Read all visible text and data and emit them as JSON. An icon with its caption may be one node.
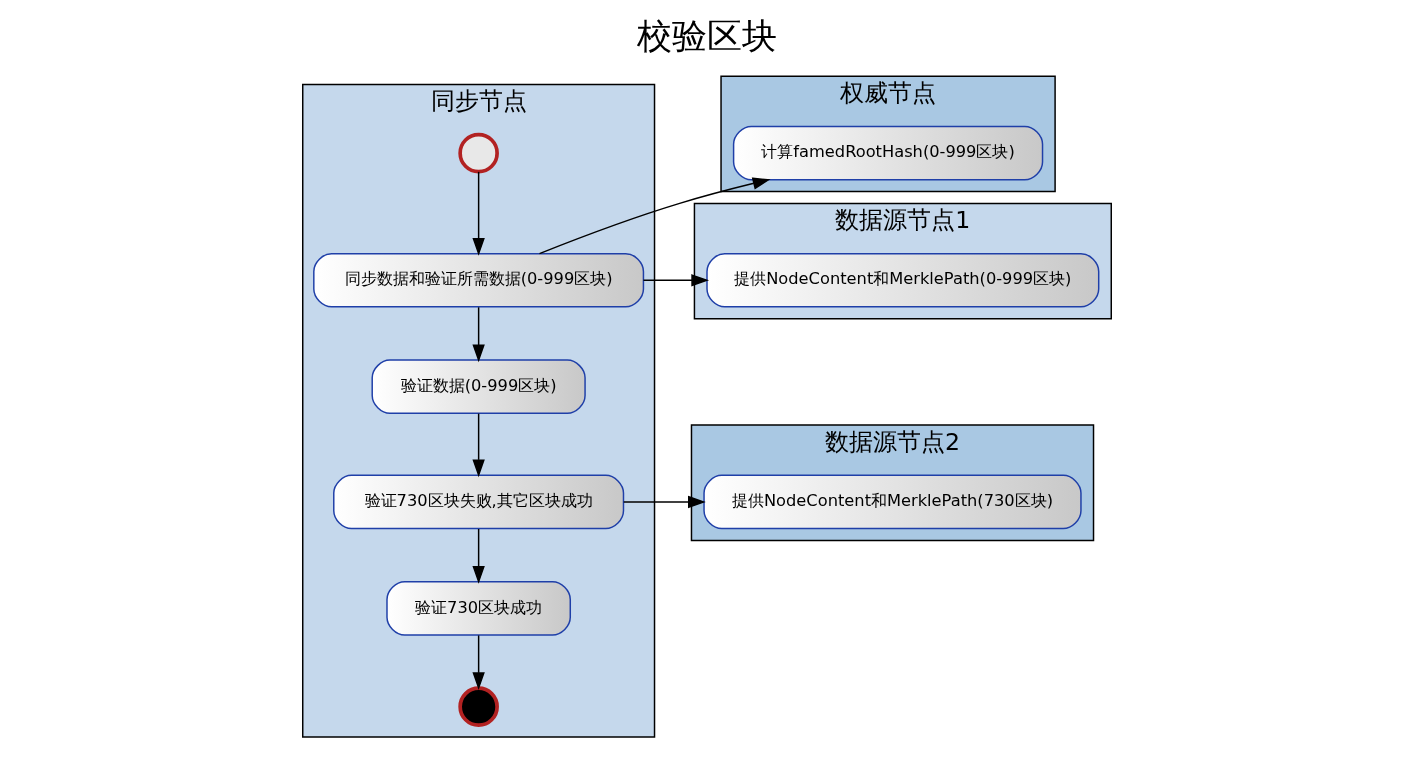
{
  "diagram": {
    "title": "校验区块",
    "nodes": [
      {
        "text": [
          "同步节点"
        ]
      },
      {
        "text": [
          "权威节点"
        ]
      },
      {
        "text": [
          "数据源节点1"
        ]
      },
      {
        "text": [
          "数据源节点2"
        ]
      },
      {
        "text": [],
        "shape": "circle",
        "in": 0
      },
      {
        "text": [
          "同步数据和验证所需数据(0-999区块)"
        ],
        "in": 0
      },
      {
        "text": [
          "验证数据(0-999区块)"
        ],
        "in": 0
      },
      {
        "text": [
          "验证730区块失败,其它区块成功"
        ],
        "in": 0
      },
      {
        "text": [
          "验证730区块成功"
        ],
        "in": 0
      },
      {
        "text": [],
        "shape": "circle",
        "in": 0
      },
      {
        "text": [
          "计算famedRootHash(0-999区块)"
        ],
        "in": 1
      },
      {
        "text": [
          "提供NodeContent和MerklePath(0-999区块)"
        ],
        "in": 2
      },
      {
        "text": [
          "提供NodeContent和MerklePath(730区块)"
        ],
        "in": 3
      }
    ],
    "edges": [
      {
        "from": 4,
        "to": 5,
        "arrow": "to"
      },
      {
        "from": 5,
        "to": 10,
        "arrow": "to"
      },
      {
        "from": 5,
        "to": 11,
        "arrow": "to"
      },
      {
        "from": 5,
        "to": 6,
        "arrow": "to"
      },
      {
        "from": 6,
        "to": 7,
        "arrow": "to"
      },
      {
        "from": 7,
        "to": 12,
        "arrow": "to"
      },
      {
        "from": 7,
        "to": 8,
        "arrow": "to"
      },
      {
        "from": 8,
        "to": 9,
        "arrow": "to"
      }
    ]
  }
}
